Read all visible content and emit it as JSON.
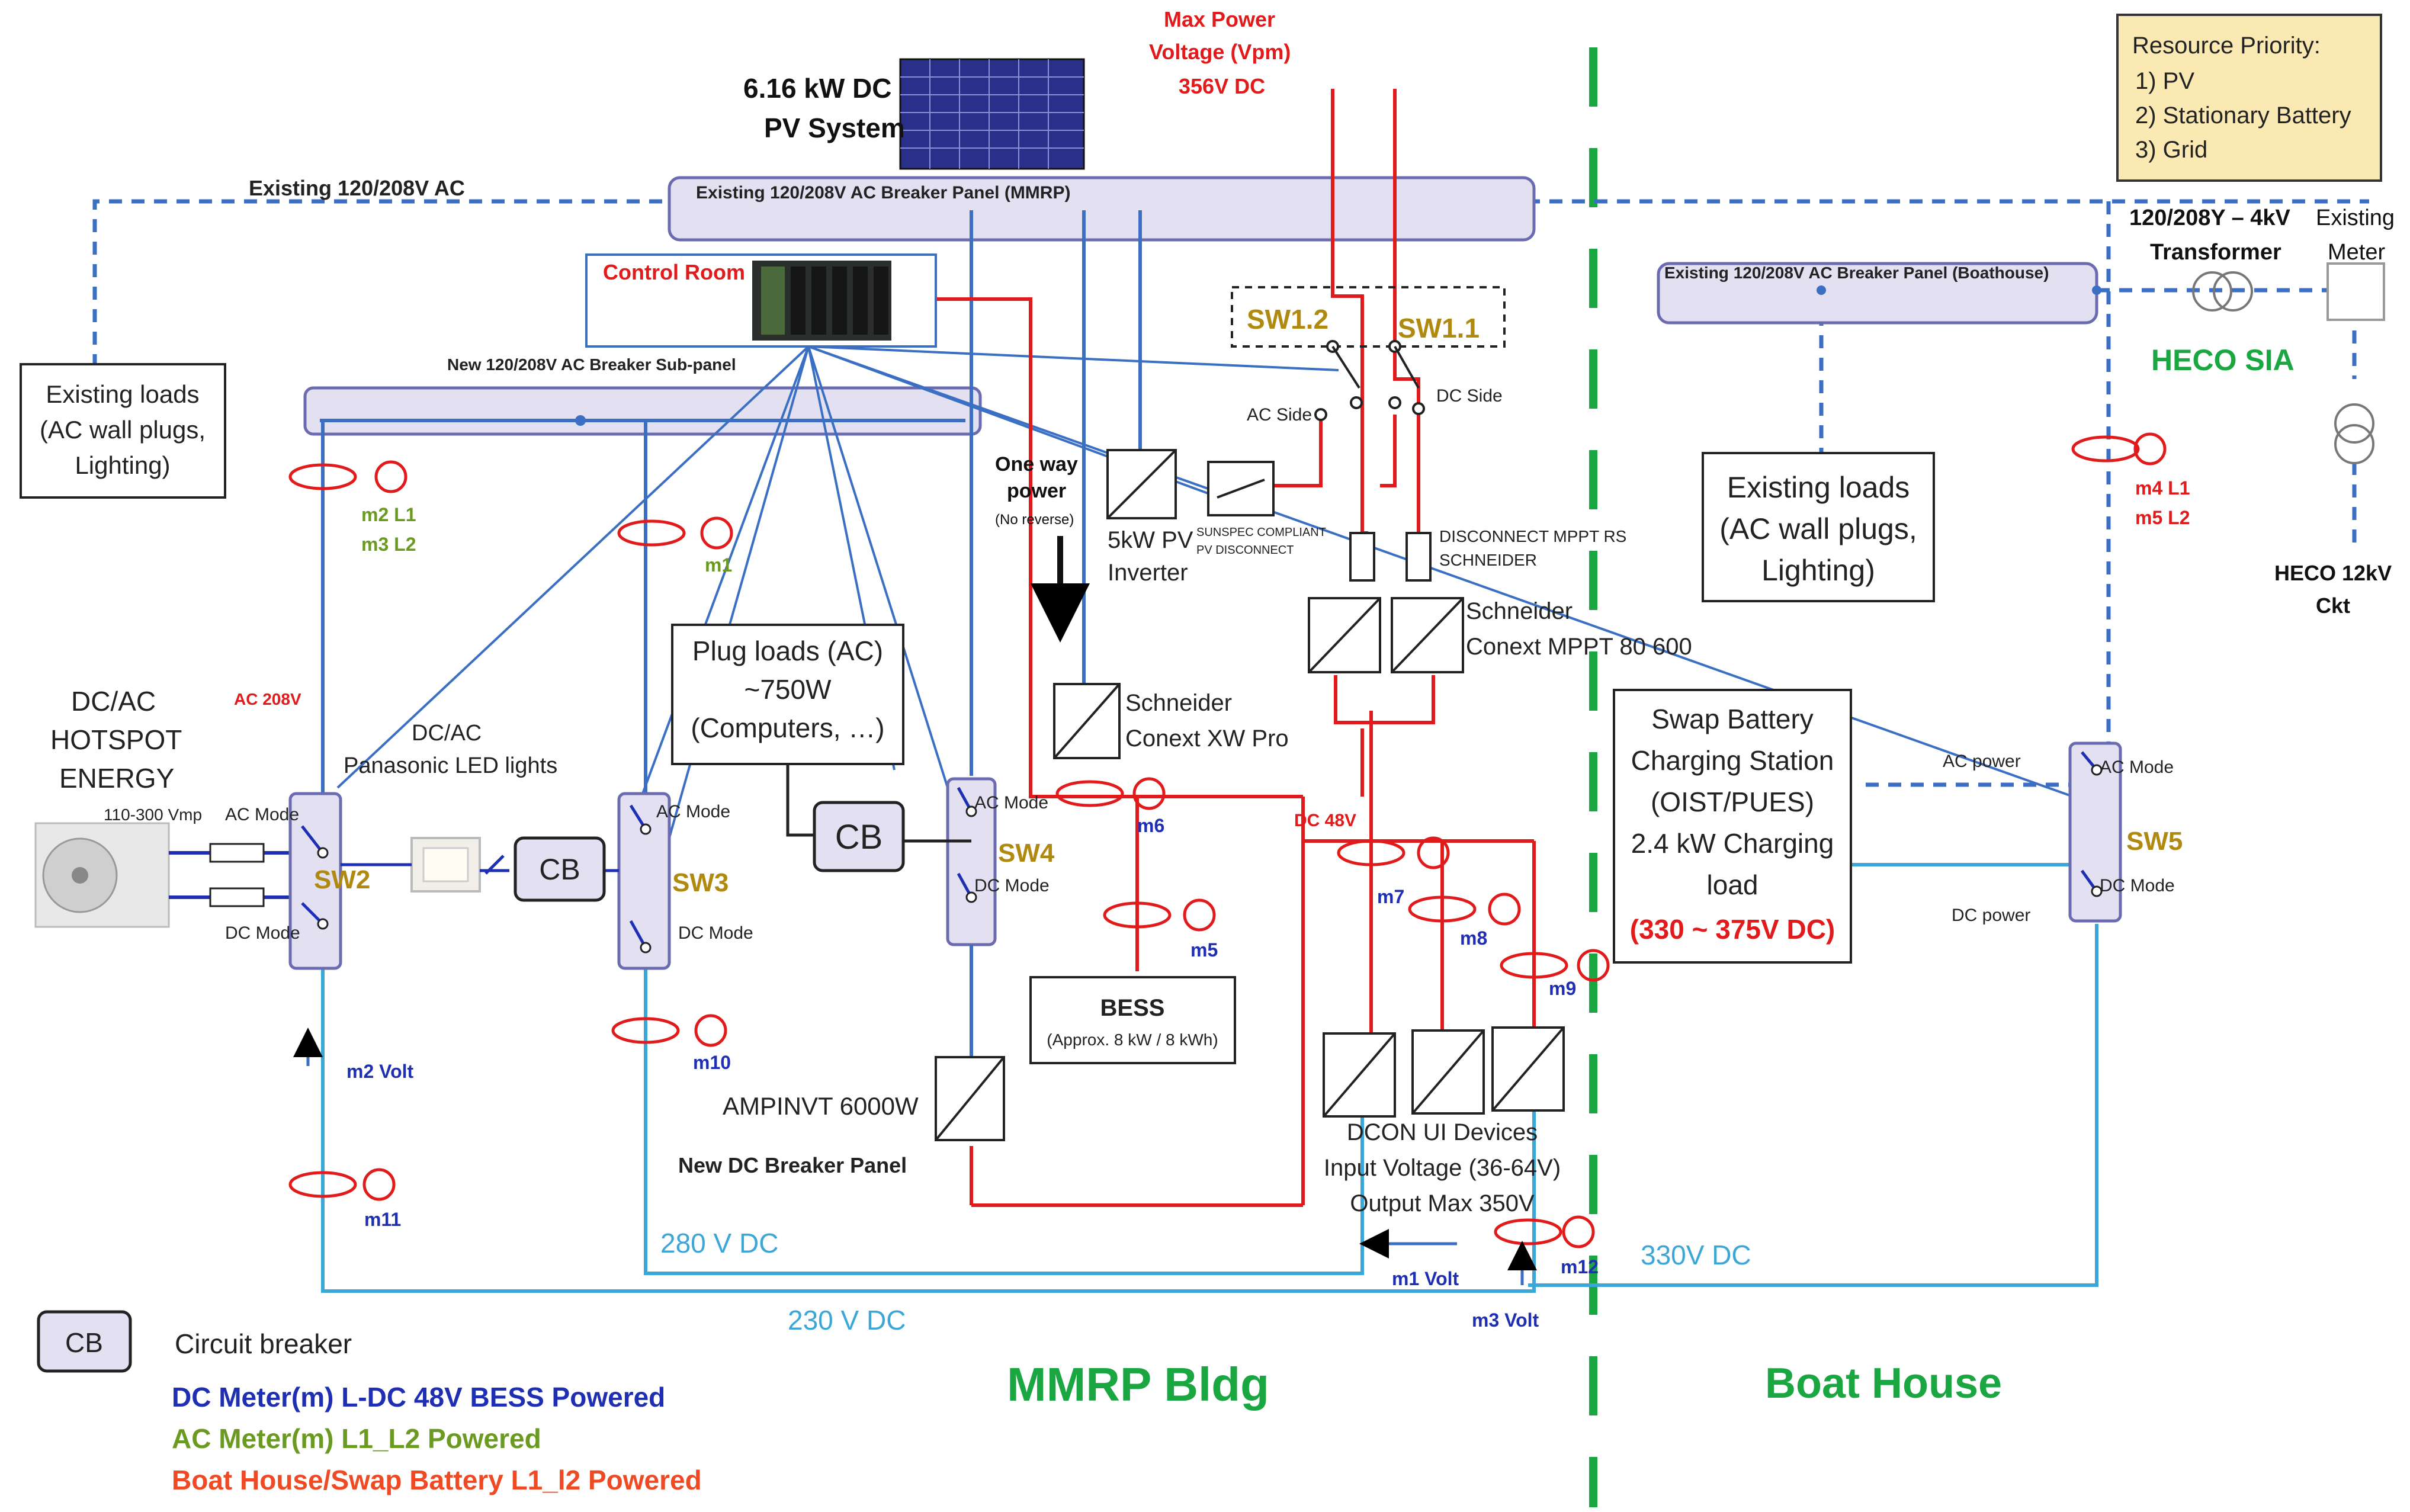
{
  "resource_priority": {
    "title": "Resource Priority:",
    "items": [
      "1)  PV",
      "2)  Stationary Battery",
      "3)  Grid"
    ]
  },
  "pv": {
    "size": "6.16 kW DC",
    "label": "PV System",
    "vpm_line1": "Max Power",
    "vpm_line2": "Voltage (Vpm)",
    "vpm_value": "356V DC"
  },
  "existing_ac_line": "Existing 120/208V AC",
  "mmrp_panel": "Existing 120/208V AC Breaker Panel (MMRP)",
  "boathouse_panel": "Existing 120/208V AC Breaker Panel (Boathouse)",
  "transformer": {
    "line1": "120/208Y – 4kV",
    "line2": "Transformer"
  },
  "meter": {
    "line1": "Existing",
    "line2": "Meter"
  },
  "heco_sia": "HECO SIA",
  "heco_ckt": {
    "line1": "HECO 12kV",
    "line2": "Ckt"
  },
  "control_room": "Control Room",
  "sub_panel": "New 120/208V AC Breaker Sub-panel",
  "existing_loads_left": [
    "Existing loads",
    "(AC wall plugs,",
    "Lighting)"
  ],
  "existing_loads_right": [
    "Existing loads",
    "(AC wall plugs,",
    "Lighting)"
  ],
  "sw12": "SW1.2",
  "sw11": "SW1.1",
  "ac_side": "AC Side",
  "dc_side": "DC Side",
  "one_way": {
    "line1": "One way",
    "line2": "power",
    "line3": "(No reverse)"
  },
  "pv_inverter": {
    "line1": "5kW PV",
    "line2": "Inverter"
  },
  "sunspec": {
    "line1": "SUNSPEC COMPLIANT",
    "line2": "PV DISCONNECT"
  },
  "disconnect": {
    "line1": "DISCONNECT MPPT RS",
    "line2": "SCHNEIDER"
  },
  "mppt": {
    "line1": "Schneider",
    "line2": "Conext MPPT 80 600"
  },
  "xw": {
    "line1": "Schneider",
    "line2": "Conext XW Pro"
  },
  "hotspot": [
    "DC/AC",
    "HOTSPOT",
    "ENERGY"
  ],
  "ac208": "AC 208V",
  "vmp_range": "110-300 Vmp",
  "ac_mode": "AC Mode",
  "dc_mode": "DC Mode",
  "led": {
    "line1": "DC/AC",
    "line2": "Panasonic LED lights"
  },
  "plug_loads": [
    "Plug loads (AC)",
    "~750W",
    "(Computers, …)"
  ],
  "cb": "CB",
  "sw2": "SW2",
  "sw3": "SW3",
  "sw4": "SW4",
  "sw5": "SW5",
  "bess": {
    "title": "BESS",
    "sub": "(Approx. 8 kW / 8 kWh)"
  },
  "dc48": "DC 48V",
  "ampinvt": "AMPINVT 6000W",
  "dc_panel": "New DC Breaker Panel",
  "dcon": [
    "DCON UI Devices",
    "Input Voltage (36-64V)",
    "Output Max 350V"
  ],
  "swap": {
    "lines": [
      "Swap Battery",
      "Charging Station",
      "(OIST/PUES)",
      "2.4 kW Charging",
      "load"
    ],
    "range": "(330 ~ 375V DC)"
  },
  "ac_power": "AC power",
  "dc_power": "DC power",
  "v280": "280 V DC",
  "v230": "230 V DC",
  "v330": "330V DC",
  "meters": {
    "m2l1": "m2 L1",
    "m3l2": "m3 L2",
    "m1": "m1",
    "m4l1": "m4 L1",
    "m5l2": "m5 L2",
    "m2volt": "m2 Volt",
    "m11": "m11",
    "m10": "m10",
    "m6": "m6",
    "m5": "m5",
    "m7": "m7",
    "m8": "m8",
    "m9": "m9",
    "m12": "m12",
    "m1volt": "m1 Volt",
    "m3volt": "m3 Volt"
  },
  "legend": {
    "cb_label": "Circuit breaker",
    "dc_meter": "DC Meter(m) L-DC 48V BESS Powered",
    "ac_meter": "AC Meter(m) L1_L2 Powered",
    "boat_meter": "Boat House/Swap Battery L1_l2 Powered"
  },
  "mmrp_bldg": "MMRP Bldg",
  "boat_house": "Boat House",
  "colors": {
    "blue_line": "#3a6fc4",
    "cyan_line": "#3ba6d8",
    "red_line": "#e11b1b",
    "dark_blue_text": "#1f2fb3",
    "green_text": "#6a9a1f",
    "orange_text": "#ef4a23",
    "building_green": "#1aa641",
    "switch_label": "#b08a10",
    "panel_fill": "#e3e0f2",
    "priority_fill": "#fbe9b4"
  }
}
